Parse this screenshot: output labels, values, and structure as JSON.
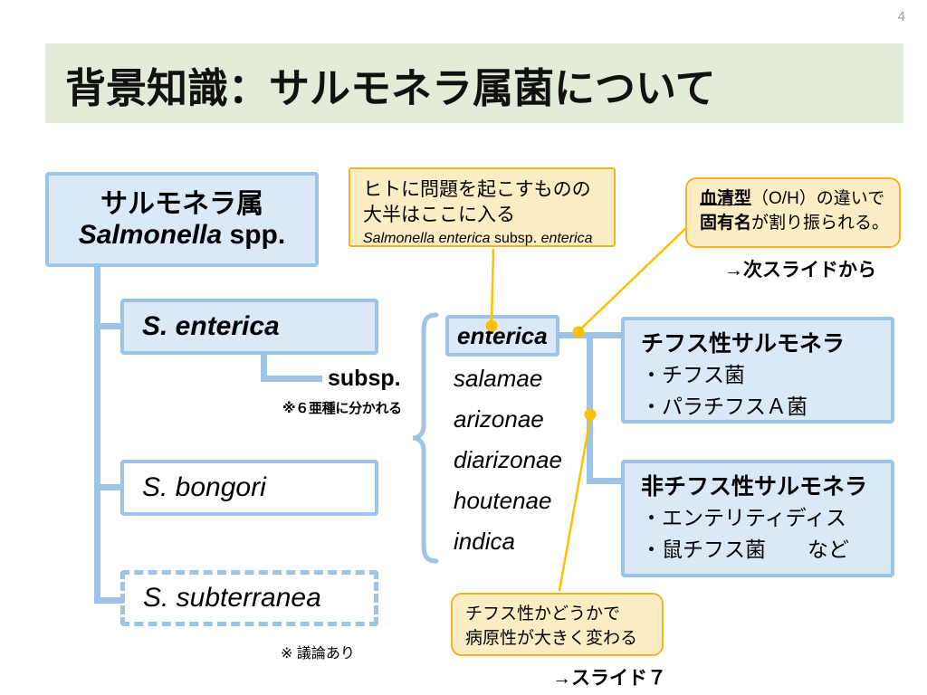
{
  "slide": {
    "number": "4",
    "title": "背景知識：サルモネラ属菌について",
    "colors": {
      "title_band": "#e2ecd8",
      "box_fill": "#dbe8f5",
      "box_border": "#9dc3e6",
      "callout_fill": "#fdedc4",
      "callout_border": "#f5b324",
      "leader_line": "#ffc000"
    }
  },
  "genus_box": {
    "line1": "サルモネラ属",
    "genus_name": "Salmonella",
    "rank": "spp."
  },
  "species": [
    {
      "name": "S. enterica",
      "style": "filled-bold"
    },
    {
      "name": "S. bongori",
      "style": "white"
    },
    {
      "name": "S. subterranea",
      "style": "dashed"
    }
  ],
  "species_note": "※ 議論あり",
  "subsp_connector": {
    "label": "subsp.",
    "note": "※６亜種に分かれる"
  },
  "subspecies": [
    "enterica",
    "salamae",
    "arizonae",
    "diarizonae",
    "houtenae",
    "indica"
  ],
  "callouts": {
    "top": {
      "line1": "ヒトに問題を起こすものの",
      "line2": "大半はここに入る",
      "sci_genus": "Salmonella enterica",
      "sci_rank": " subsp. ",
      "sci_subsp": "enterica"
    },
    "right": {
      "line1_bold": "血清型",
      "line1_rest": "（O/H）の違いで",
      "line2_bold": "固有名",
      "line2_rest": "が割り振られる。",
      "arrow_note": "→次スライドから"
    },
    "bottom": {
      "line1": "チフス性かどうかで",
      "line2": "病原性が大きく変わる",
      "arrow_note": "→スライド７"
    }
  },
  "groups": [
    {
      "header": "チフス性サルモネラ",
      "items": [
        "・チフス菌",
        "・パラチフスＡ菌"
      ]
    },
    {
      "header": "非チフス性サルモネラ",
      "items": [
        "・エンテリティディス",
        "・鼠チフス菌　　など"
      ]
    }
  ]
}
